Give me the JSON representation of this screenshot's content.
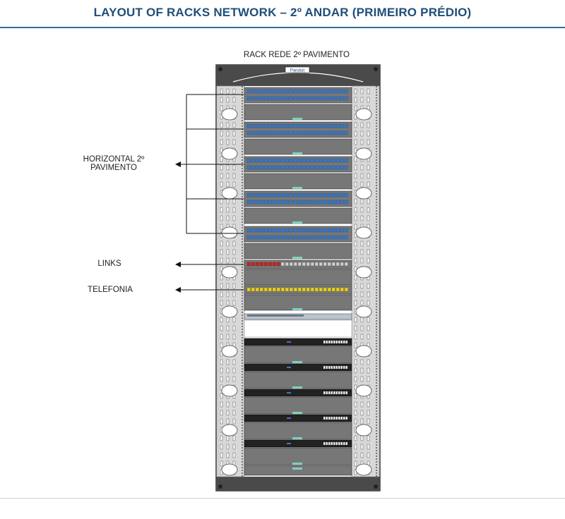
{
  "header": {
    "title": "LAYOUT OF RACKS NETWORK – 2º ANDAR (PRIMEIRO PRÉDIO)"
  },
  "rack": {
    "caption": "RACK REDE 2º PAVIMENTO",
    "brand": "Panduit",
    "patch_panels": {
      "blue_panels": 5,
      "ports_per_row": 24,
      "rows_per_panel": 2
    },
    "switches": 5
  },
  "labels": {
    "horizontal": "HORIZONTAL 2º PAVIMENTO",
    "horizontal_line1": "HORIZONTAL 2º",
    "horizontal_line2": "PAVIMENTO",
    "links": "LINKS",
    "telefonia": "TELEFONIA"
  },
  "colors": {
    "title": "#1f4e79",
    "rule": "#2e6f9e",
    "rack_frame": "#4a4a4a",
    "rail": "#d8d8d8",
    "panel": "#777777",
    "port_blue": "#3a78c2",
    "port_red": "#d02020",
    "port_yellow": "#e8d020",
    "port_grey": "#cfcfcf",
    "switch": "#222222"
  }
}
